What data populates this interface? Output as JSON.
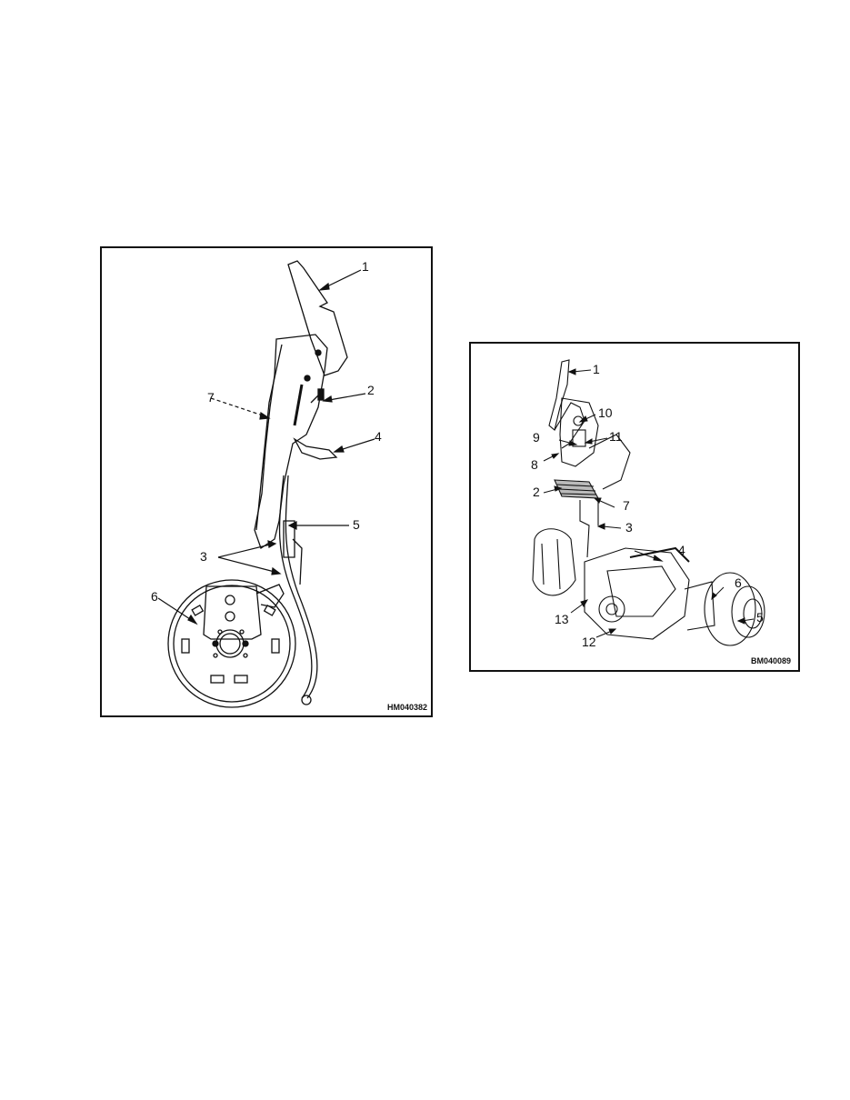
{
  "figures": [
    {
      "id_label": "HM040382",
      "callouts": [
        "1",
        "2",
        "3",
        "4",
        "5",
        "6",
        "7"
      ]
    },
    {
      "id_label": "BM040089",
      "callouts": [
        "1",
        "2",
        "3",
        "4",
        "5",
        "6",
        "7",
        "8",
        "9",
        "10",
        "11",
        "12",
        "13"
      ]
    }
  ]
}
